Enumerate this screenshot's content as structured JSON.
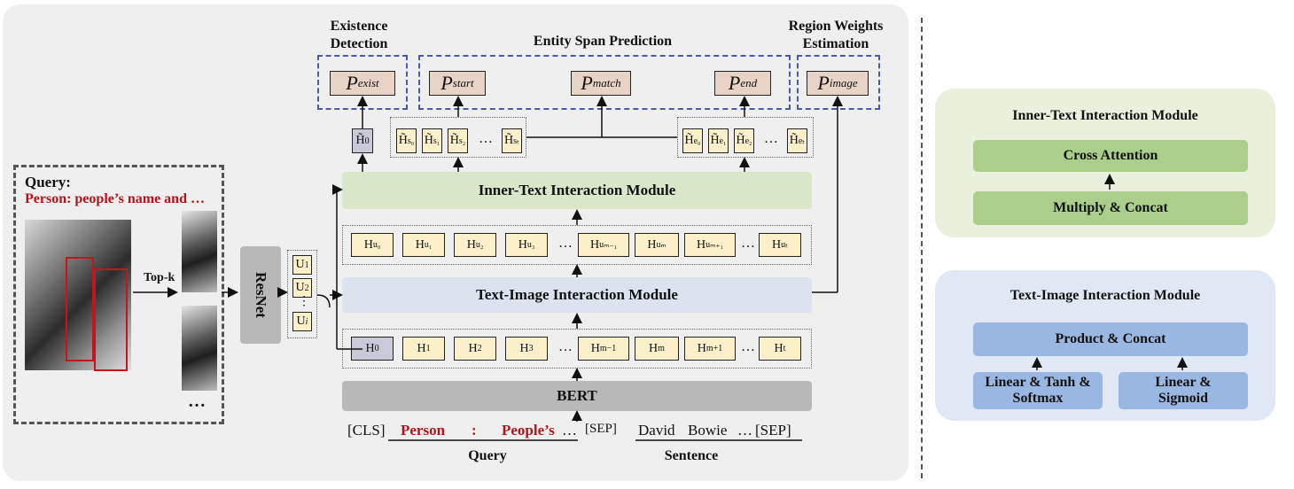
{
  "headers": {
    "existence": "Existence Detection",
    "span": "Entity Span Prediction",
    "region": "Region Weights Estimation"
  },
  "outputs": {
    "exist": {
      "base": "P",
      "sub": "exist"
    },
    "start": {
      "base": "P",
      "sub": "start"
    },
    "match": {
      "base": "P",
      "sub": "match"
    },
    "end": {
      "base": "P",
      "sub": "end"
    },
    "image": {
      "base": "P",
      "sub": "image"
    }
  },
  "query_box": {
    "title": "Query:",
    "subtitle": "Person: people’s name and …",
    "topk": "Top-k",
    "more": "…"
  },
  "resnet": "ResNet",
  "u_cells": [
    {
      "base": "U",
      "sub": "1"
    },
    {
      "base": "U",
      "sub": "2"
    },
    {
      "base": "U",
      "sub": "i"
    }
  ],
  "modules": {
    "inner_text": "Inner-Text Interaction Module",
    "text_image": "Text-Image Interaction Module",
    "bert": "BERT"
  },
  "h0_tilde": {
    "base": "H̃",
    "sub": "0"
  },
  "start_cells": [
    {
      "base": "H̃",
      "sub": "s₀"
    },
    {
      "base": "H̃",
      "sub": "s₁"
    },
    {
      "base": "H̃",
      "sub": "s₂"
    },
    {
      "base": "H̃",
      "sub": "sₜ"
    }
  ],
  "end_cells": [
    {
      "base": "H̃",
      "sub": "e₀"
    },
    {
      "base": "H̃",
      "sub": "e₁"
    },
    {
      "base": "H̃",
      "sub": "e₂"
    },
    {
      "base": "H̃",
      "sub": "eₜ"
    }
  ],
  "hu_cells": [
    {
      "base": "H",
      "sub": "u₀"
    },
    {
      "base": "H",
      "sub": "u₁"
    },
    {
      "base": "H",
      "sub": "u₂"
    },
    {
      "base": "H",
      "sub": "u₃"
    },
    {
      "base": "H",
      "sub": "uₘ₋₁"
    },
    {
      "base": "H",
      "sub": "uₘ"
    },
    {
      "base": "H",
      "sub": "uₘ₊₁"
    },
    {
      "base": "H",
      "sub": "uₜ"
    }
  ],
  "h_cells": [
    {
      "base": "H",
      "sub": "0"
    },
    {
      "base": "H",
      "sub": "1"
    },
    {
      "base": "H",
      "sub": "2"
    },
    {
      "base": "H",
      "sub": "3"
    },
    {
      "base": "H",
      "sub": "m−1"
    },
    {
      "base": "H",
      "sub": "m"
    },
    {
      "base": "H",
      "sub": "m+1"
    },
    {
      "base": "H",
      "sub": "t"
    }
  ],
  "ellipsis": "…",
  "tokens": {
    "cls": "[CLS]",
    "person": "Person",
    "colon": ":",
    "peoples": "People’s",
    "ell": "…",
    "sep1": "[SEP]",
    "david": "David",
    "bowie": "Bowie",
    "ell2": "…",
    "sep2": "[SEP]",
    "query_label": "Query",
    "sentence_label": "Sentence"
  },
  "right_panel": {
    "inner": {
      "title": "Inner-Text Interaction Module",
      "top": "Cross Attention",
      "bottom": "Multiply & Concat"
    },
    "text_image": {
      "title": "Text-Image Interaction Module",
      "top": "Product & Concat",
      "left": "Linear & Tanh & Softmax",
      "right": "Linear & Sigmoid"
    }
  }
}
